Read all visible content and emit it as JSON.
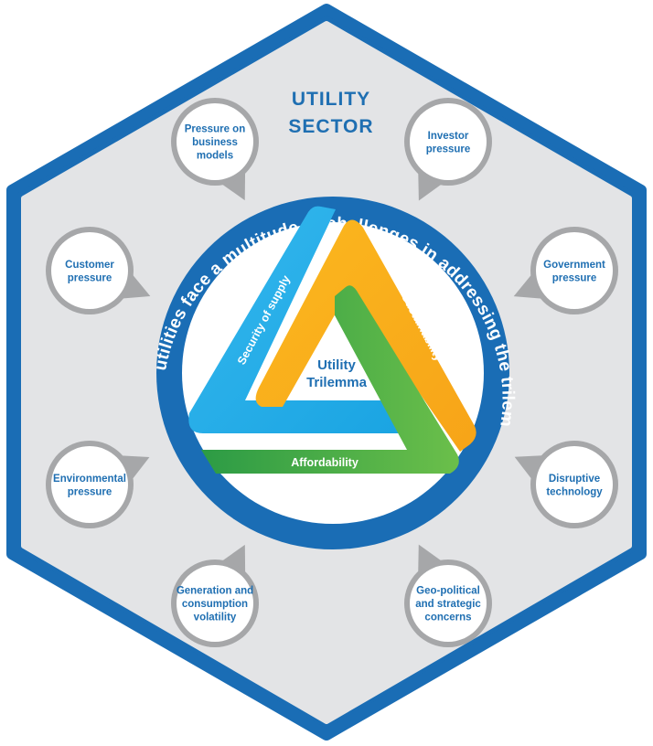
{
  "sector": {
    "title_line1": "UTILITY",
    "title_line2": "SECTOR"
  },
  "ring": {
    "caption": "The utilities face a multitude of challenges in addressing the trilemma"
  },
  "trilemma": {
    "title_line1": "Utility",
    "title_line2": "Trilemma",
    "left_side": "Security of supply",
    "right_side": "Sustainability",
    "bottom_side": "Affordability"
  },
  "pressures": [
    {
      "lines": [
        "Pressure on",
        "business",
        "models"
      ]
    },
    {
      "lines": [
        "Investor",
        "pressure"
      ]
    },
    {
      "lines": [
        "Customer",
        "pressure"
      ]
    },
    {
      "lines": [
        "Government",
        "pressure"
      ]
    },
    {
      "lines": [
        "Environmental",
        "pressure"
      ]
    },
    {
      "lines": [
        "Disruptive",
        "technology"
      ]
    },
    {
      "lines": [
        "Generation and",
        "consumption",
        "volatility"
      ]
    },
    {
      "lines": [
        "Geo-political",
        "and strategic",
        "concerns"
      ]
    }
  ],
  "colors": {
    "hex_border": "#1a6db5",
    "hex_fill": "#e3e4e6",
    "ring": "#1a6db5",
    "bubble_border": "#a6a7a9",
    "text_blue": "#1f6fb2",
    "security": "#1eaee6",
    "sustainability": "#fbb31b",
    "affordability": "#3aa846"
  }
}
